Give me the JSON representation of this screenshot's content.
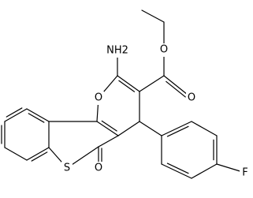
{
  "molecule": {
    "atom_labels": {
      "amino": "NH2",
      "ring_oxygen": "O",
      "ester_oxygen": "O",
      "carbonyl_oxygen": "O",
      "ring_sulfur": "S",
      "thione_oxygen": "O",
      "fluorine": "F"
    }
  }
}
